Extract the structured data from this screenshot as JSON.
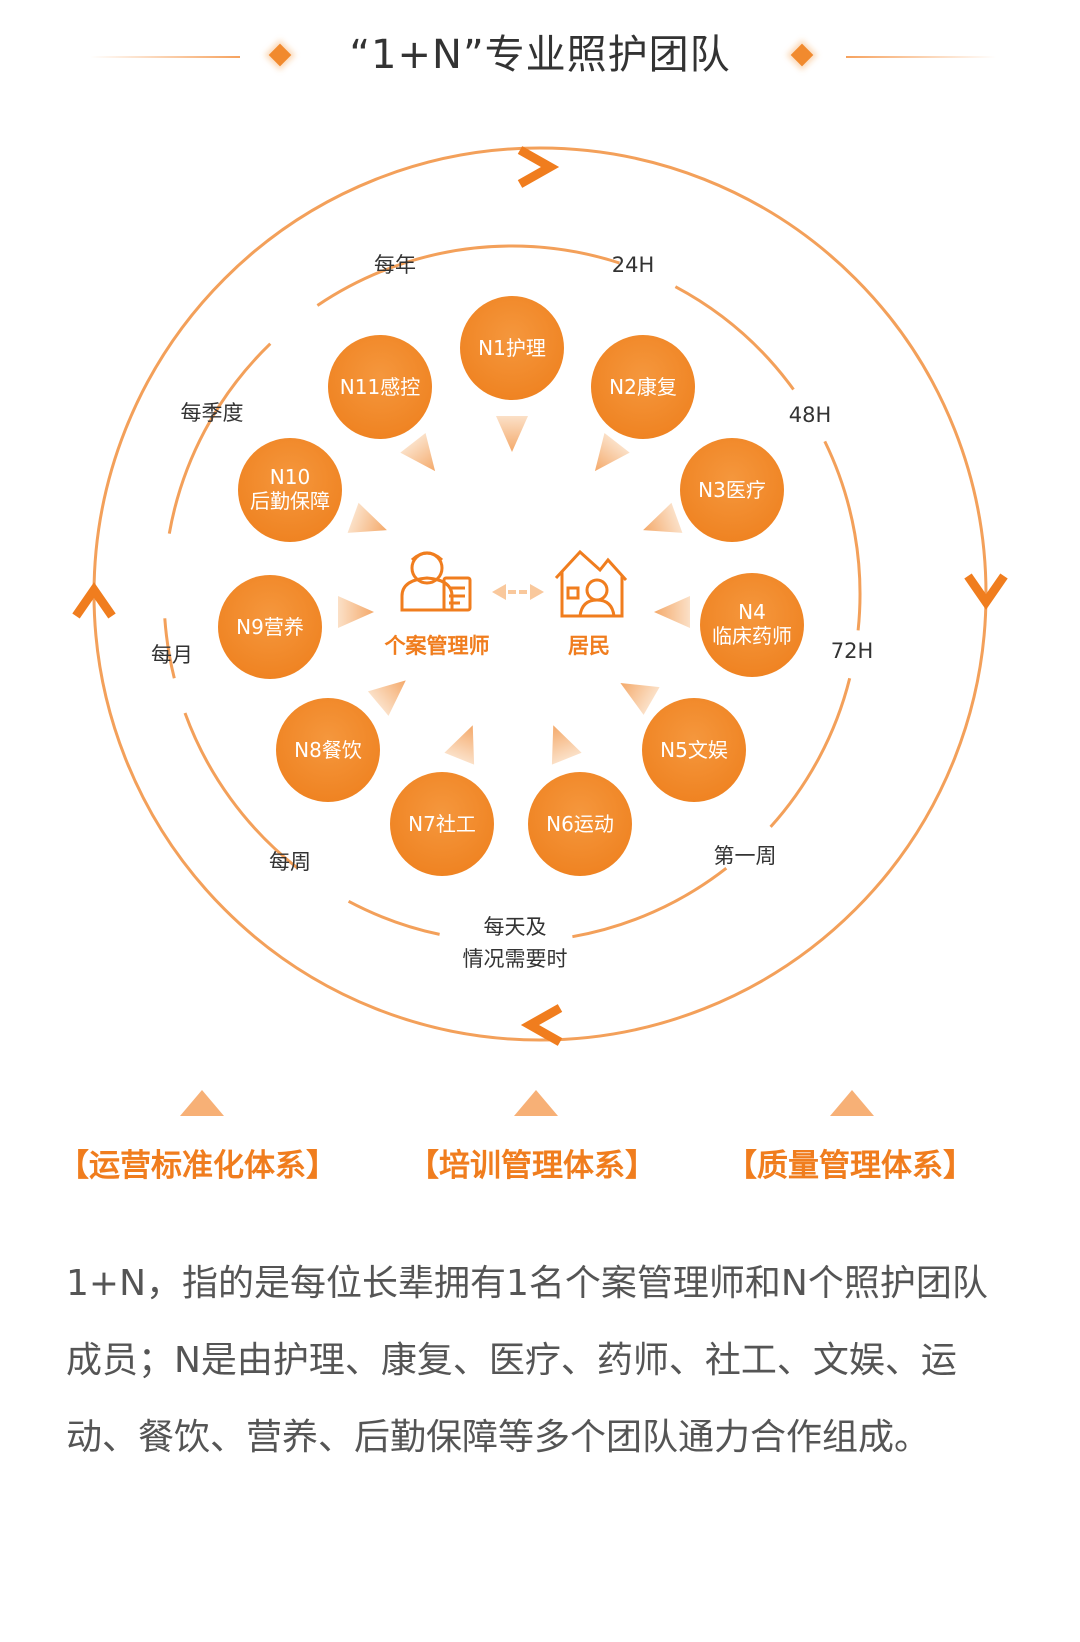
{
  "title": "“1+N”专业照护团队",
  "colors": {
    "accent": "#f07d1e",
    "orb": "#f28c2f",
    "ring": "#f3a05a"
  },
  "team": [
    {
      "label": "N1护理"
    },
    {
      "label": "N2康复"
    },
    {
      "label": "N3医疗"
    },
    {
      "label": "N4",
      "label2": "临床药师"
    },
    {
      "label": "N5文娱"
    },
    {
      "label": "N6运动"
    },
    {
      "label": "N7社工"
    },
    {
      "label": "N8餐饮"
    },
    {
      "label": "N9营养"
    },
    {
      "label": "N10",
      "label2": "后勤保障"
    },
    {
      "label": "N11感控"
    }
  ],
  "center": {
    "manager": "个案管理师",
    "resident": "居民",
    "manager_icon": "case-manager-icon",
    "resident_icon": "resident-home-icon"
  },
  "frequencies": {
    "h24": "24H",
    "h48": "48H",
    "h72": "72H",
    "first_week": "第一周",
    "daily_1": "每天及",
    "daily_2": "情况需要时",
    "weekly": "每周",
    "monthly": "每月",
    "quarterly": "每季度",
    "yearly": "每年"
  },
  "systems": [
    "【运营标准化体系】",
    "【培训管理体系】",
    "【质量管理体系】"
  ],
  "description": "1+N，指的是每位长辈拥有1名个案管理师和N个照护团队成员；N是由护理、康复、医疗、药师、社工、文娱、运动、餐饮、营养、后勤保障等多个团队通力合作组成。"
}
